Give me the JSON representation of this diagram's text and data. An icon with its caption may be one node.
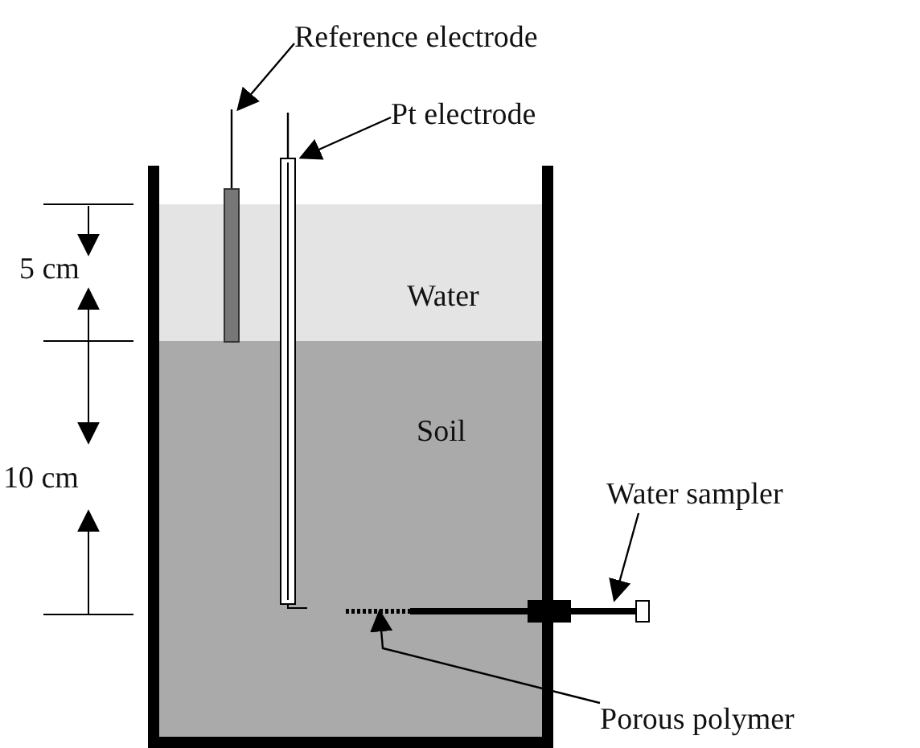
{
  "diagram": {
    "nodes": [
      {
        "text": [
          "Reference electrode"
        ]
      },
      {
        "text": [
          "Pt electrode"
        ]
      },
      {
        "text": [
          "Water"
        ]
      },
      {
        "text": [
          "Soil"
        ]
      },
      {
        "text": [
          "Water sampler"
        ]
      },
      {
        "text": [
          "Porous polymer"
        ]
      },
      {
        "text": [],
        "shape": "bar"
      },
      {
        "text": [],
        "shape": "bar"
      },
      {
        "text": [],
        "shape": "bar"
      },
      {
        "text": [],
        "shape": "bar",
        "in": 3
      }
    ],
    "edges": [
      {
        "from": 0,
        "to": 6,
        "arrow": "to"
      },
      {
        "from": 1,
        "to": 7,
        "arrow": "to"
      },
      {
        "from": 4,
        "to": 8,
        "arrow": "to"
      },
      {
        "from": 5,
        "to": 9,
        "arrow": "to"
      }
    ],
    "labels": [
      "5 cm",
      "10 cm"
    ]
  }
}
